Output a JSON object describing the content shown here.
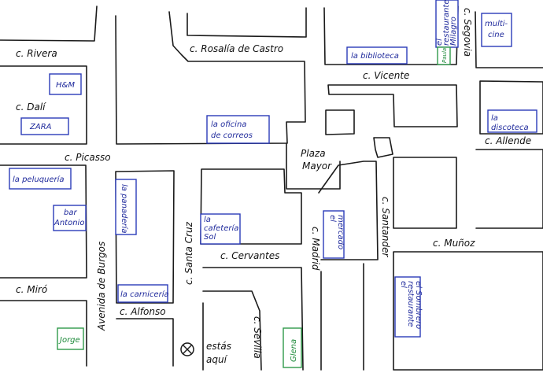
{
  "streets": {
    "rivera": "c. Rivera",
    "dali": "c. Dalí",
    "picasso": "c. Picasso",
    "miro": "c. Miró",
    "rosalia": "c. Rosalía de Castro",
    "vicente": "c. Vicente",
    "segovia": "c. Segovia",
    "allende": "c. Allende",
    "plaza_line1": "Plaza",
    "plaza_line2": "Mayor",
    "burgos": "Avenida de Burgos",
    "santa_cruz": "c. Santa Cruz",
    "cervantes": "c. Cervantes",
    "madrid": "c. Madrid",
    "santander": "c. Santander",
    "munoz": "c. Muñoz",
    "alfonso": "c. Alfonso",
    "sevilla": "c. Sevilla"
  },
  "buildings": {
    "hym": "H&M",
    "zara": "ZARA",
    "peluqueria": "la peluquería",
    "bar_line1": "bar",
    "bar_line2": "Antonio",
    "panaderia": "la panadería",
    "carniceria": "la carnicería",
    "jorge": "Jorge",
    "oficina_line1": "la oficina",
    "oficina_line2": "de correos",
    "cafeteria_line1": "la",
    "cafeteria_line2": "cafetería",
    "cafeteria_line3": "Sol",
    "biblioteca": "la biblioteca",
    "restaurante_milagro_line1": "el",
    "restaurante_milagro_line2": "restaurante",
    "restaurante_milagro_line3": "Milagro",
    "paula": "Paula",
    "multicine_line1": "multi-",
    "multicine_line2": "cine",
    "discoteca_line1": "la",
    "discoteca_line2": "discoteca",
    "mercado_line1": "el",
    "mercado_line2": "mercado",
    "glena": "Glena",
    "sombrero_line1": "el",
    "sombrero_line2": "restaurante",
    "sombrero_line3": "el Sombrero"
  },
  "you_are_here": {
    "line1": "estás",
    "line2": "aquí"
  },
  "colors": {
    "ink": "#1a1a1a",
    "blue_pen": "#2b3bb8",
    "green_pen": "#2f9a4a"
  }
}
